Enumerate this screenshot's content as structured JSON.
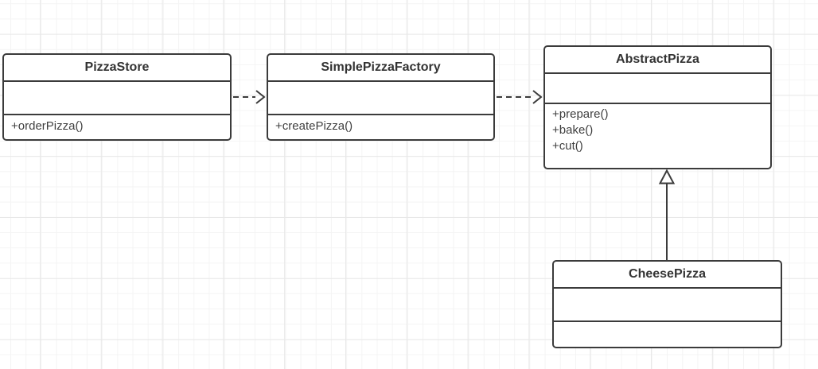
{
  "diagram": {
    "classes": [
      {
        "title": "PizzaStore",
        "attributes": [],
        "methods": [
          "+orderPizza()"
        ]
      },
      {
        "title": "SimplePizzaFactory",
        "attributes": [],
        "methods": [
          "+createPizza()"
        ]
      },
      {
        "title": "AbstractPizza",
        "attributes": [],
        "methods": [
          "+prepare()",
          "+bake()",
          "+cut()"
        ]
      },
      {
        "title": "CheesePizza",
        "attributes": [],
        "methods": []
      }
    ],
    "relations": [
      {
        "from": "PizzaStore",
        "to": "SimplePizzaFactory",
        "type": "dependency-dashed-open-arrow"
      },
      {
        "from": "SimplePizzaFactory",
        "to": "AbstractPizza",
        "type": "dependency-dashed-open-arrow"
      },
      {
        "from": "CheesePizza",
        "to": "AbstractPizza",
        "type": "generalization-solid-hollow-triangle"
      }
    ],
    "colors": {
      "stroke": "#3b3b3b",
      "title_text": "#333333",
      "method_text": "#3f3f3f",
      "box_fill": "#ffffff",
      "canvas_background": "#ffffff",
      "grid_minor": "#f4f4f4",
      "grid_major": "#e8e8e8"
    }
  }
}
